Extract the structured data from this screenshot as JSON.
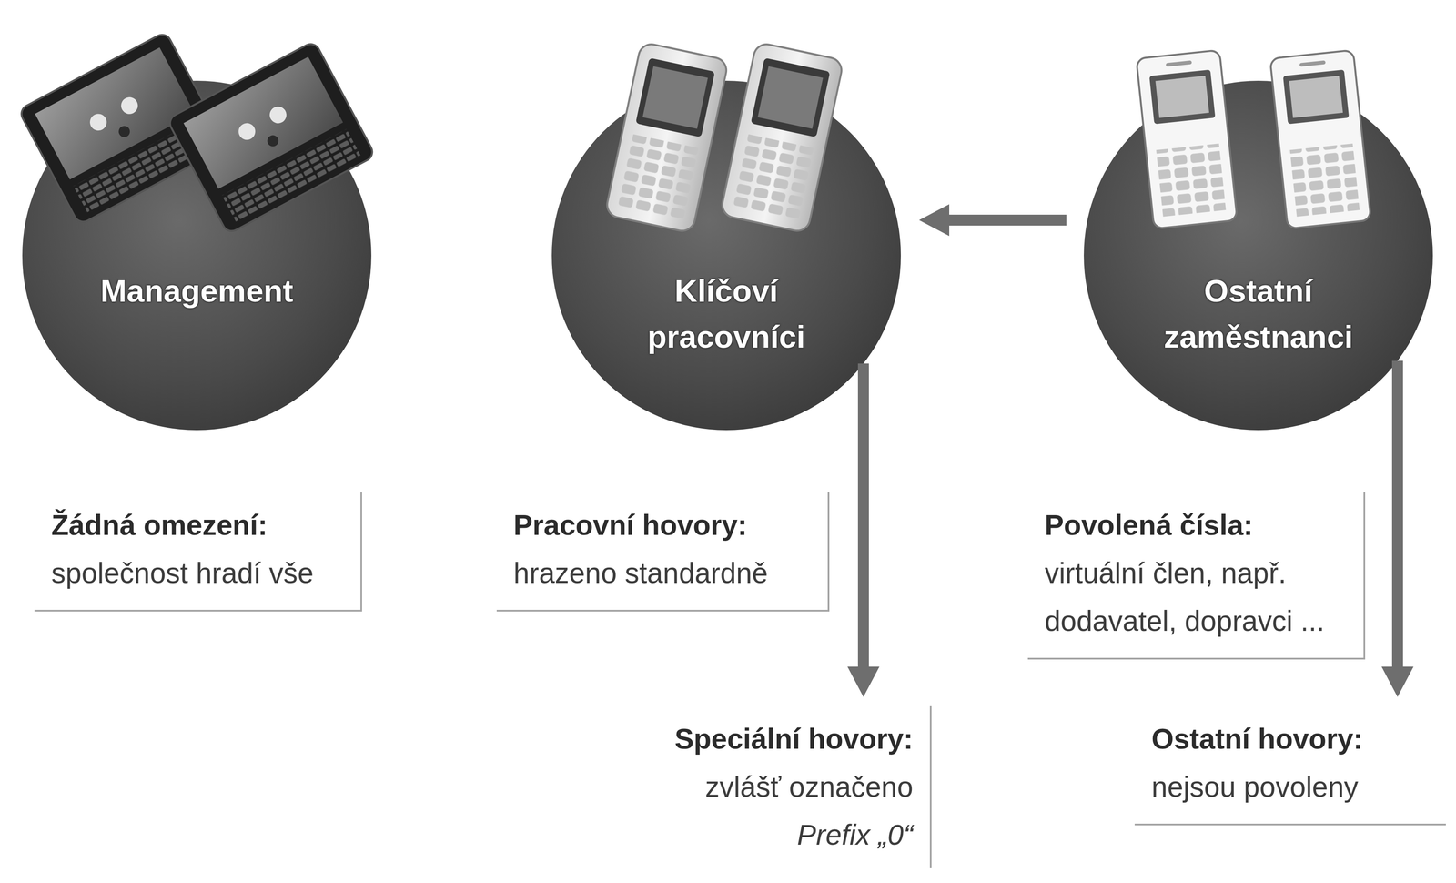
{
  "diagram": {
    "nodes": [
      {
        "text": [
          "Management"
        ]
      },
      {
        "text": [
          "Klíčoví pracovníci"
        ]
      },
      {
        "text": [
          "Ostatní zaměstnanci"
        ]
      },
      {
        "text": [
          "Žádná omezení:",
          "společnost hradí vše"
        ]
      },
      {
        "text": [
          "Pracovní hovory:",
          "hrazeno standardně"
        ]
      },
      {
        "text": [
          "Povolená čísla:",
          "virtuální člen, např. dodavatel, dopravci ..."
        ]
      },
      {
        "text": [
          "Speciální hovory:",
          "zvlášť označeno",
          "Prefix „0“"
        ]
      },
      {
        "text": [
          "Ostatní hovory:",
          "nejsou povoleny"
        ]
      }
    ],
    "edges": [
      {
        "from": 2,
        "to": 1,
        "arrow": "to"
      },
      {
        "from": 1,
        "to": 6,
        "arrow": "to"
      },
      {
        "from": 2,
        "to": 7,
        "arrow": "to"
      }
    ]
  }
}
